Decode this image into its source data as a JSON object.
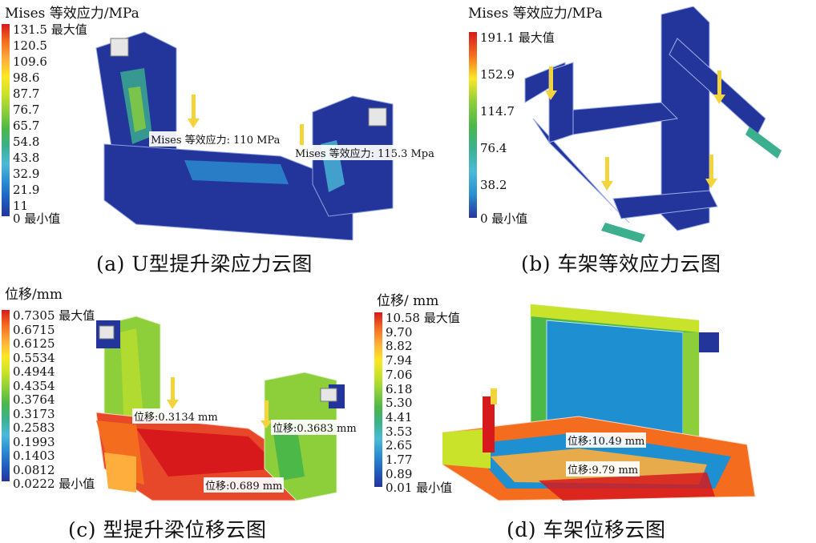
{
  "panels": [
    {
      "id": "a",
      "unit_title": "Mises 等效应力/MPa",
      "caption": "(a) U型提升梁应力云图",
      "legend_labels": [
        "131.5 最大值",
        "120.5",
        "109.6",
        "98.6",
        "87.7",
        "76.7",
        "65.7",
        "54.8",
        "43.8",
        "32.9",
        "21.9",
        "11",
        "0 最小值"
      ],
      "annotations": [
        "Mises 等效应力: 110 MPa",
        "Mises 等效应力: 115.3 Mpa"
      ]
    },
    {
      "id": "b",
      "unit_title": "Mises 等效应力/MPa",
      "caption": "(b) 车架等效应力云图",
      "legend_labels": [
        "191.1 最大值",
        "152.9",
        "114.7",
        "76.4",
        "38.2",
        "0 最小值"
      ],
      "annotations": []
    },
    {
      "id": "c",
      "unit_title": "位移/mm",
      "caption": "(c) 型提升梁位移云图",
      "legend_labels": [
        "0.7305 最大值",
        "0.6715",
        "0.6125",
        "0.5534",
        "0.4944",
        "0.4354",
        "0.3764",
        "0.3173",
        "0.2583",
        "0.1993",
        "0.1403",
        "0.0812",
        "0.0222 最小值"
      ],
      "annotations": [
        "位移:0.3134 mm",
        "位移:0.3683 mm",
        "位移:0.689 mm"
      ]
    },
    {
      "id": "d",
      "unit_title": "位移/ mm",
      "caption": "(d) 车架位移云图",
      "legend_labels": [
        "10.58 最大值",
        "9.70",
        "8.82",
        "7.94",
        "7.06",
        "6.18",
        "5.30",
        "4.41",
        "3.53",
        "2.65",
        "1.77",
        "0.89",
        "0.01 最小值"
      ],
      "annotations": [
        "位移:10.49 mm",
        "位移:9.79 mm"
      ]
    }
  ],
  "colors": {
    "scale": [
      "#d7191c",
      "#e8482a",
      "#f46d1f",
      "#fdae3c",
      "#fde725",
      "#c9e32a",
      "#8ccf3b",
      "#4cb848",
      "#3cb08e",
      "#4bbbd8",
      "#2b8ed1",
      "#1f5fbf",
      "#26349c"
    ],
    "mesh_blue": "#23359a",
    "panel_blue": "#1e8fd0"
  }
}
